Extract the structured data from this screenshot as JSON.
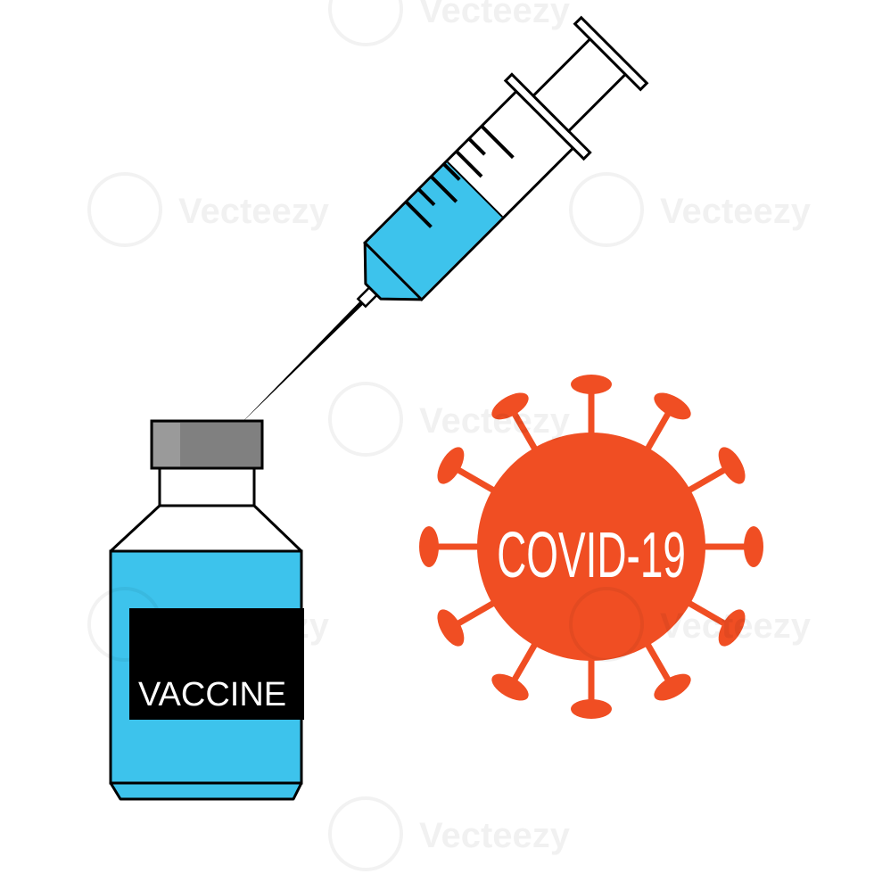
{
  "vial": {
    "label_text": "VACCINE",
    "liquid_color": "#3dc3ec",
    "cap_color": "#808080",
    "label_bg_color": "#000000",
    "label_text_color": "#ffffff"
  },
  "syringe": {
    "liquid_color": "#3dc3ec",
    "outline_color": "#000000"
  },
  "virus": {
    "label_text": "COVID-19",
    "body_color": "#f04e23",
    "text_color": "#ffffff"
  },
  "watermark": {
    "brand": "Vecteezy",
    "logo_icon": "vecteezy-logo-icon"
  }
}
